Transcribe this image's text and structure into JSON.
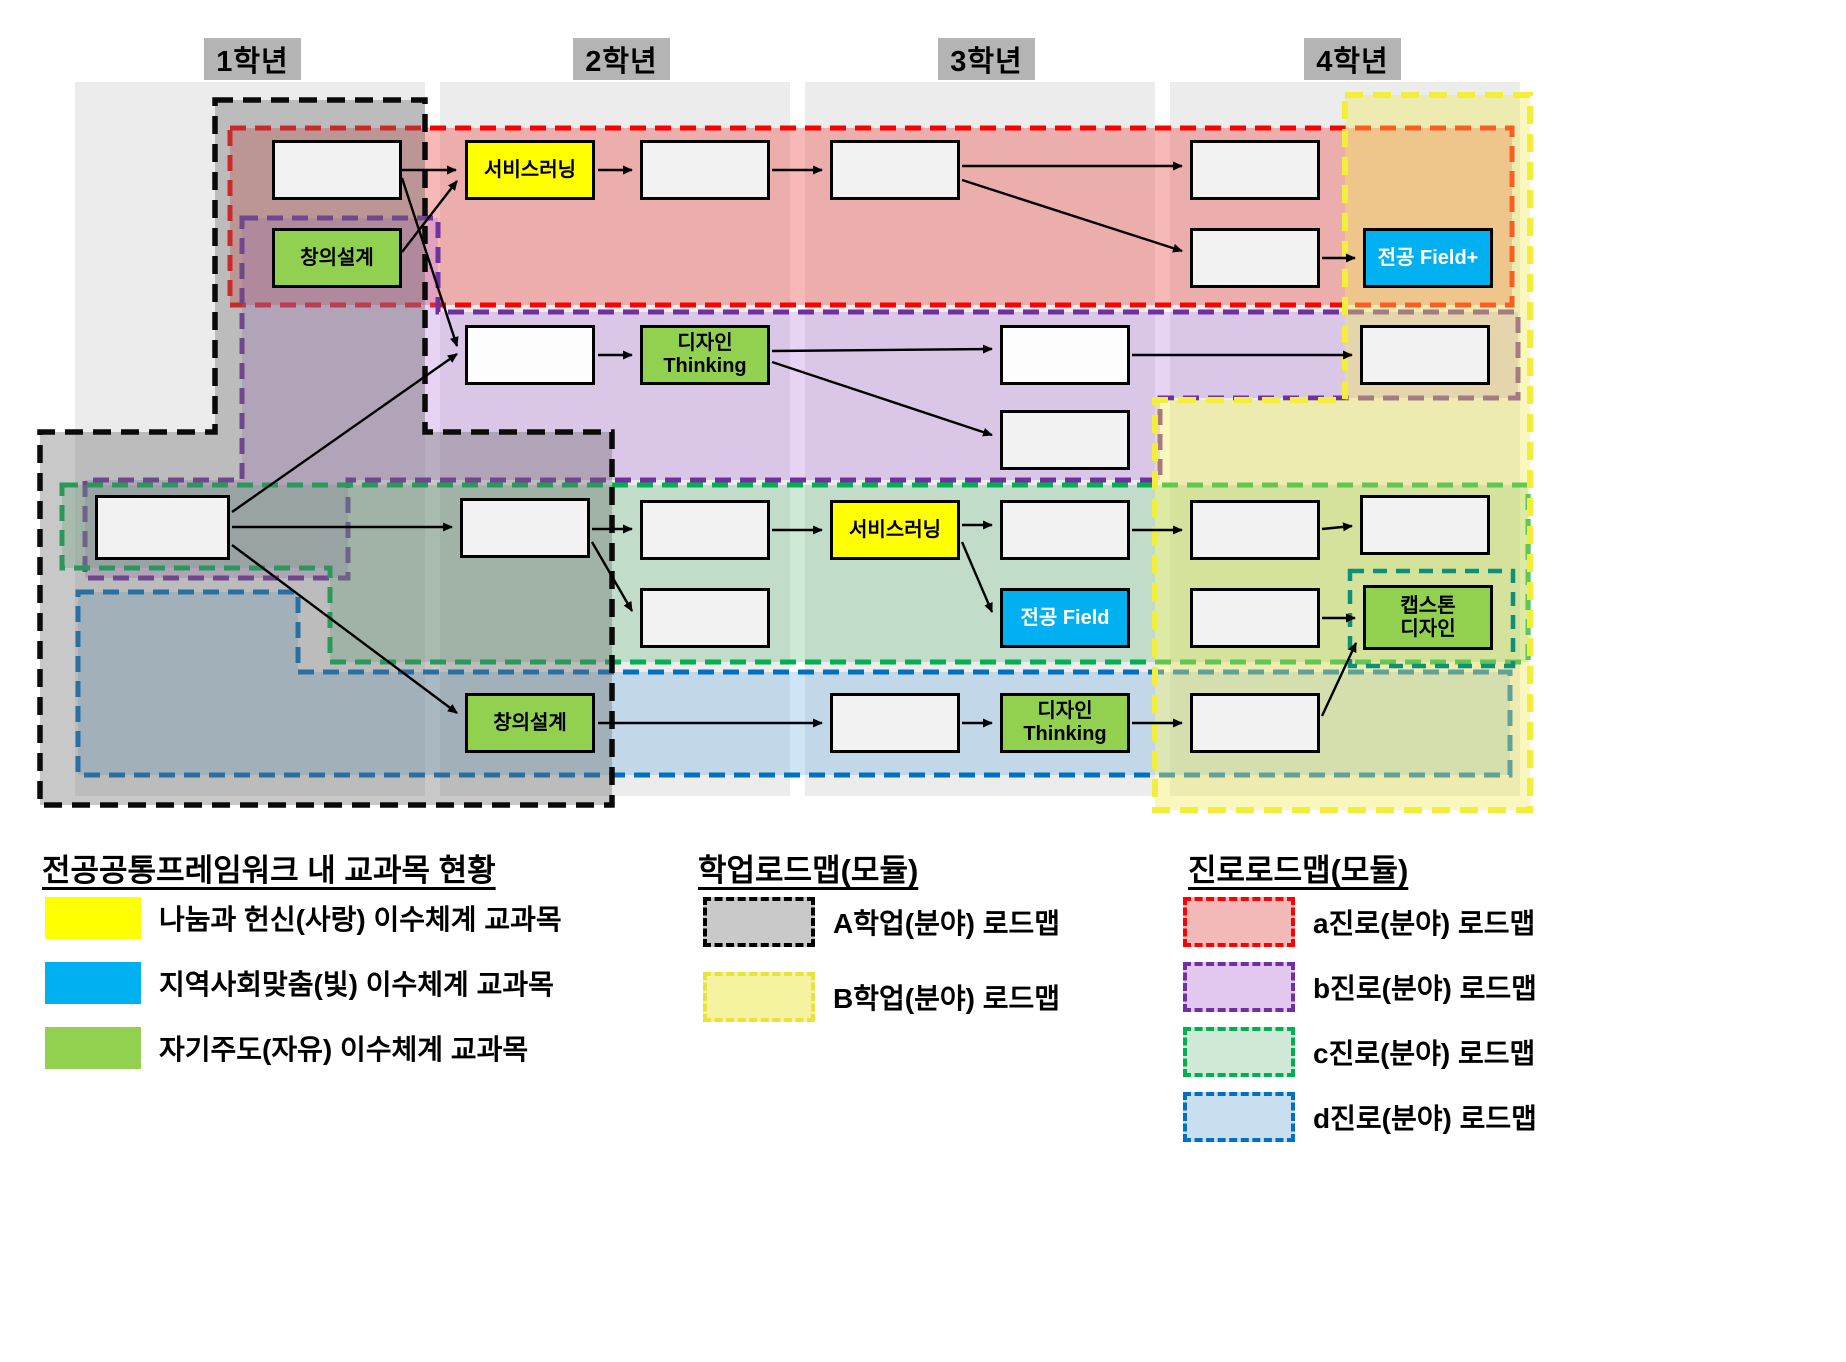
{
  "years": [
    "1학년",
    "2학년",
    "3학년",
    "4학년"
  ],
  "boxes": {
    "service_learning_1": "서비스러닝",
    "creative_design_1": "창의설계",
    "design_thinking_1": "디자인\nThinking",
    "major_field_plus": "전공 Field+",
    "service_learning_2": "서비스러닝",
    "major_field": "전공 Field",
    "capstone": "캡스톤\n디자인",
    "design_thinking_2": "디자인\nThinking",
    "creative_design_2": "창의설계"
  },
  "legend": {
    "courses": {
      "title": "전공공통프레임워크 내 교과목 현황",
      "items": [
        {
          "label": "나눔과 헌신(사랑) 이수체계 교과목",
          "color": "#ffff00"
        },
        {
          "label": "지역사회맞춤(빛) 이수체계 교과목",
          "color": "#00b0f0"
        },
        {
          "label": "자기주도(자유) 이수체계 교과목",
          "color": "#92d050"
        }
      ]
    },
    "academic": {
      "title": "학업로드맵(모듈)",
      "items": [
        {
          "label": "A학업(분야) 로드맵",
          "color": "#000000"
        },
        {
          "label": "B학업(분야) 로드맵",
          "color": "#e8e33a"
        }
      ]
    },
    "career": {
      "title": "진로로드맵(모듈)",
      "items": [
        {
          "label": "a진로(분야) 로드맵",
          "color": "#ff0000"
        },
        {
          "label": "b진로(분야) 로드맵",
          "color": "#7030a0"
        },
        {
          "label": "c진로(분야) 로드맵",
          "color": "#00b050"
        },
        {
          "label": "d진로(분야) 로드맵",
          "color": "#0070c0"
        }
      ]
    }
  },
  "colors": {
    "course_yellow": "#ffff00",
    "course_green": "#92d050",
    "course_blue": "#00b0f0",
    "region_red": "#ff0000",
    "region_purple": "#7030a0",
    "region_green": "#00b050",
    "region_blue": "#0070c0",
    "region_black": "#000000",
    "region_yellow": "#e8e33a"
  }
}
